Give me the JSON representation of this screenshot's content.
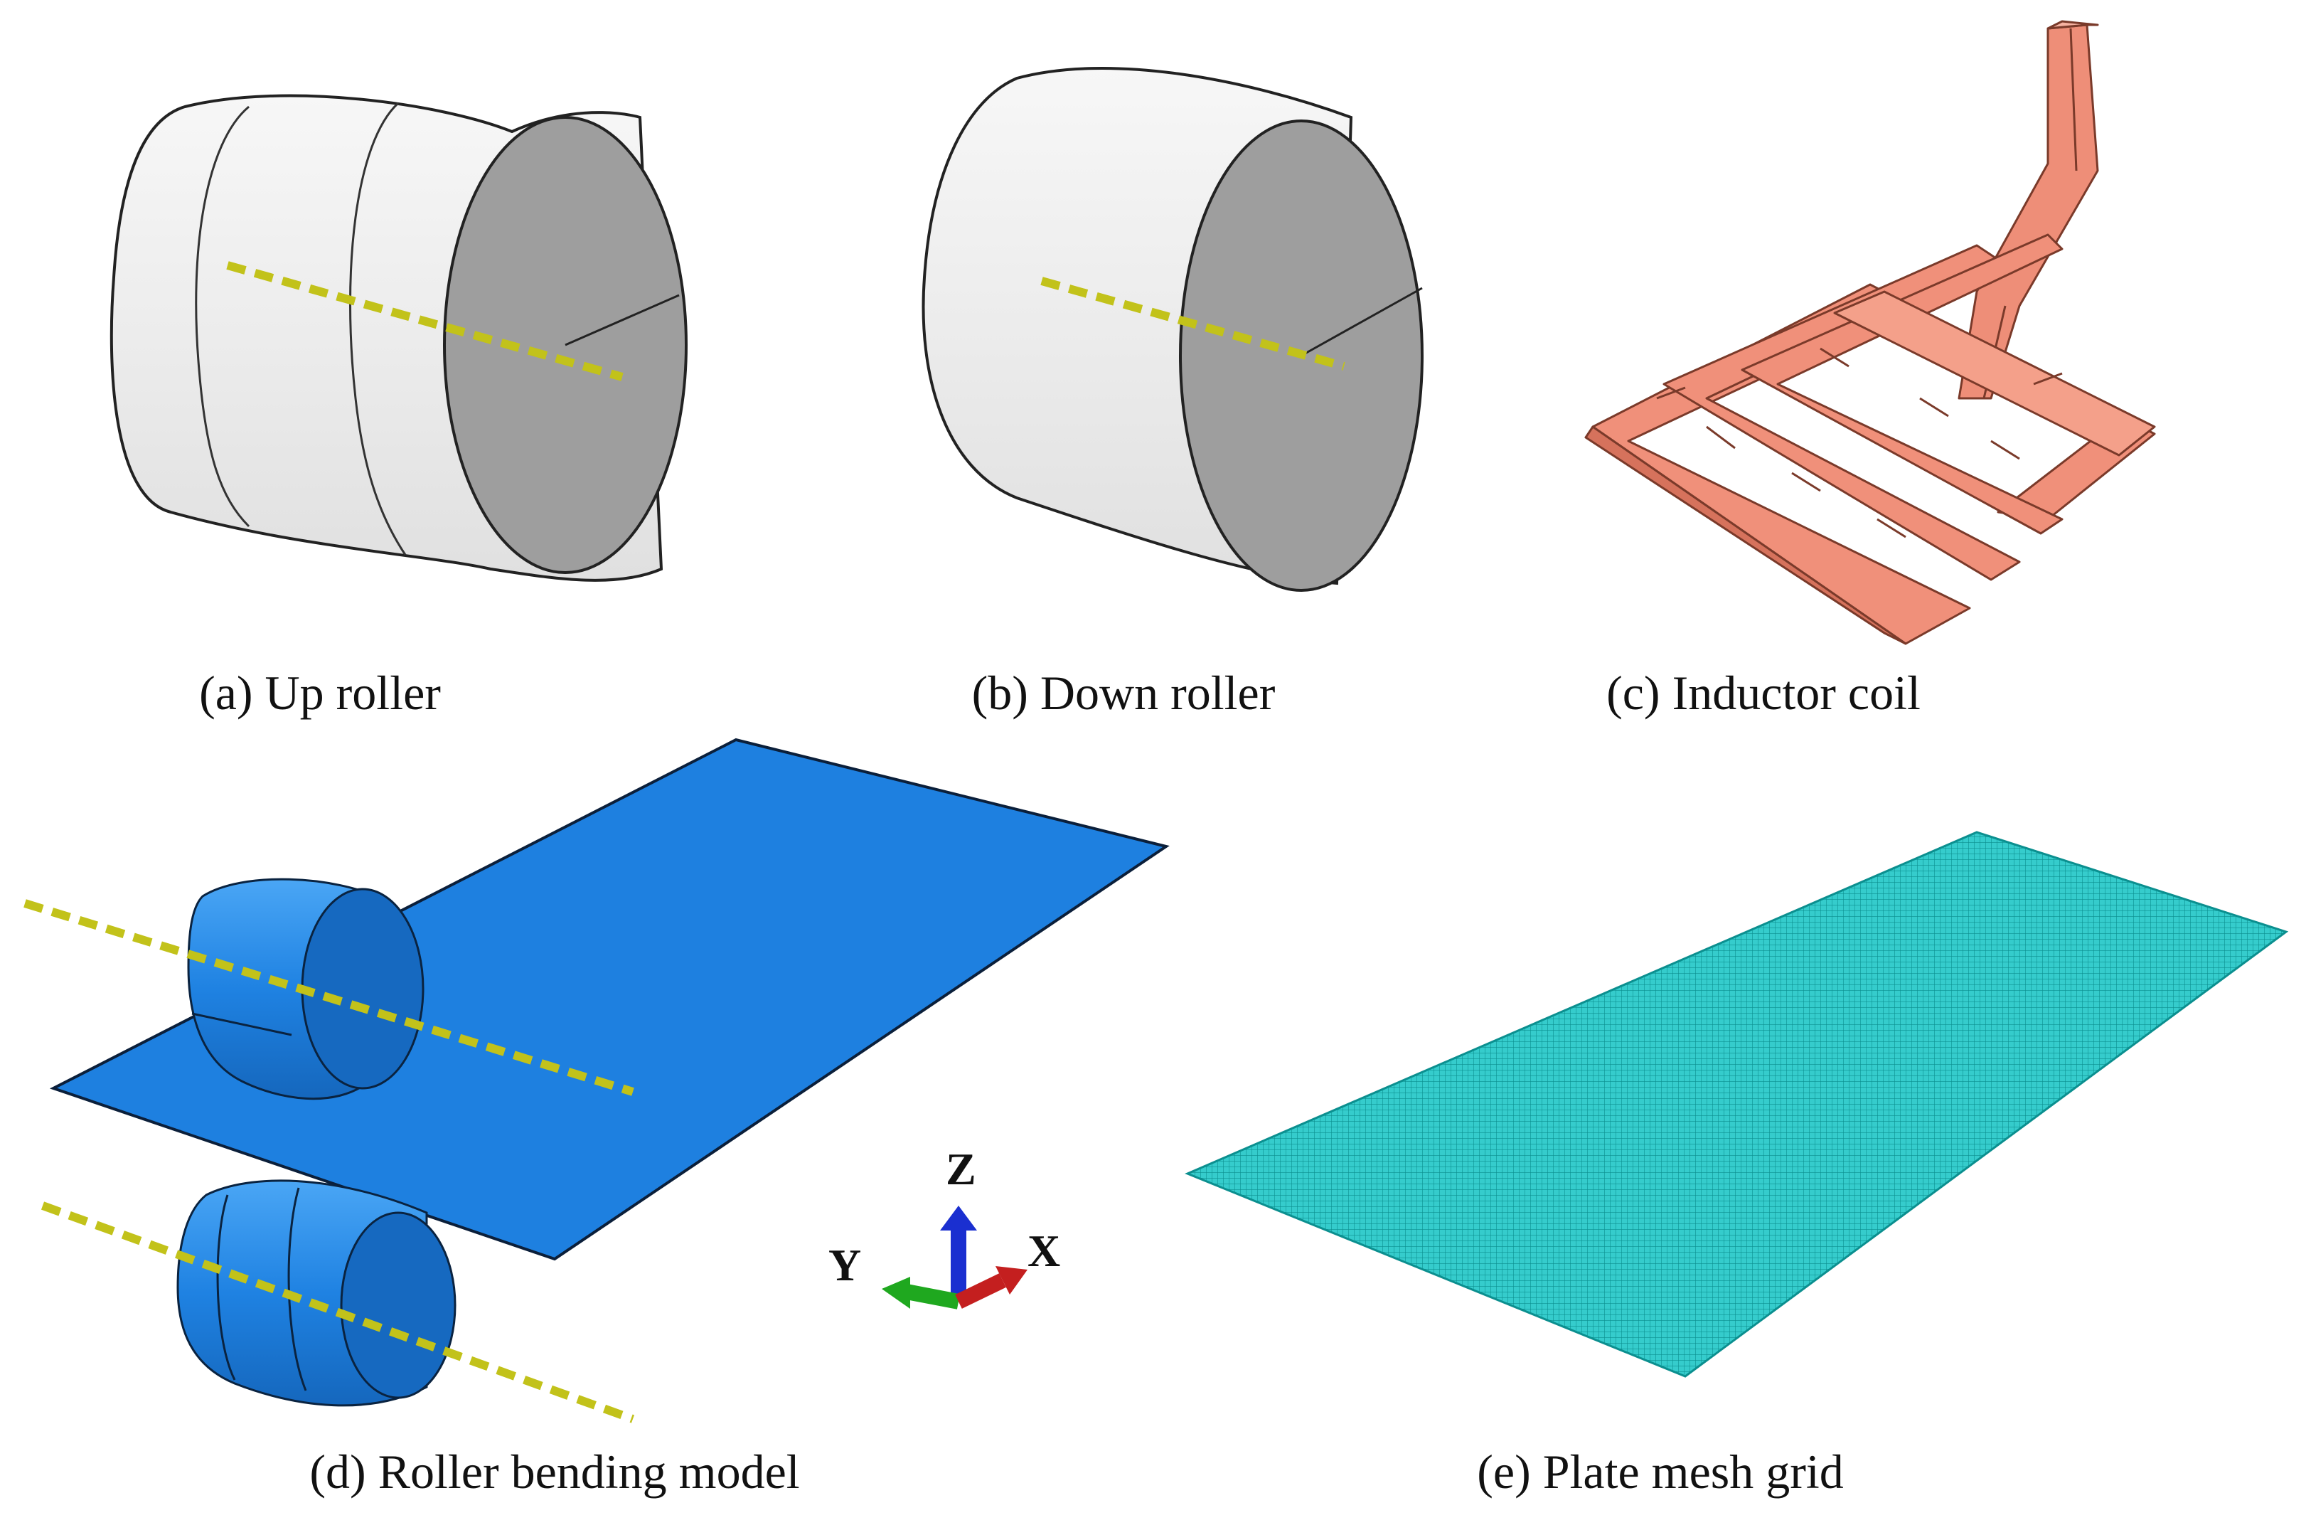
{
  "panels": [
    {
      "id": "a",
      "caption": "(a) Up roller"
    },
    {
      "id": "b",
      "caption": "(b) Down roller"
    },
    {
      "id": "c",
      "caption": "(c) Inductor coil"
    },
    {
      "id": "d",
      "caption": "(d) Roller bending model"
    },
    {
      "id": "e",
      "caption": "(e) Plate mesh grid"
    }
  ],
  "triad": {
    "x_label": "X",
    "y_label": "Y",
    "z_label": "Z"
  },
  "colors": {
    "roller_gray_body": "#f1f1f1",
    "roller_gray_face": "#9a9a9a",
    "axis_dash": "#c2c21a",
    "coil": "#f0907a",
    "coil_edge": "#7a3a2a",
    "model_blue": "#1e80e0",
    "model_blue_dark": "#1669c0",
    "mesh": "#2fc9c9",
    "mesh_line": "#0b8f8f",
    "triad_z": "#1a2fd0",
    "triad_y": "#1fa81f",
    "triad_x": "#c41f1f"
  }
}
